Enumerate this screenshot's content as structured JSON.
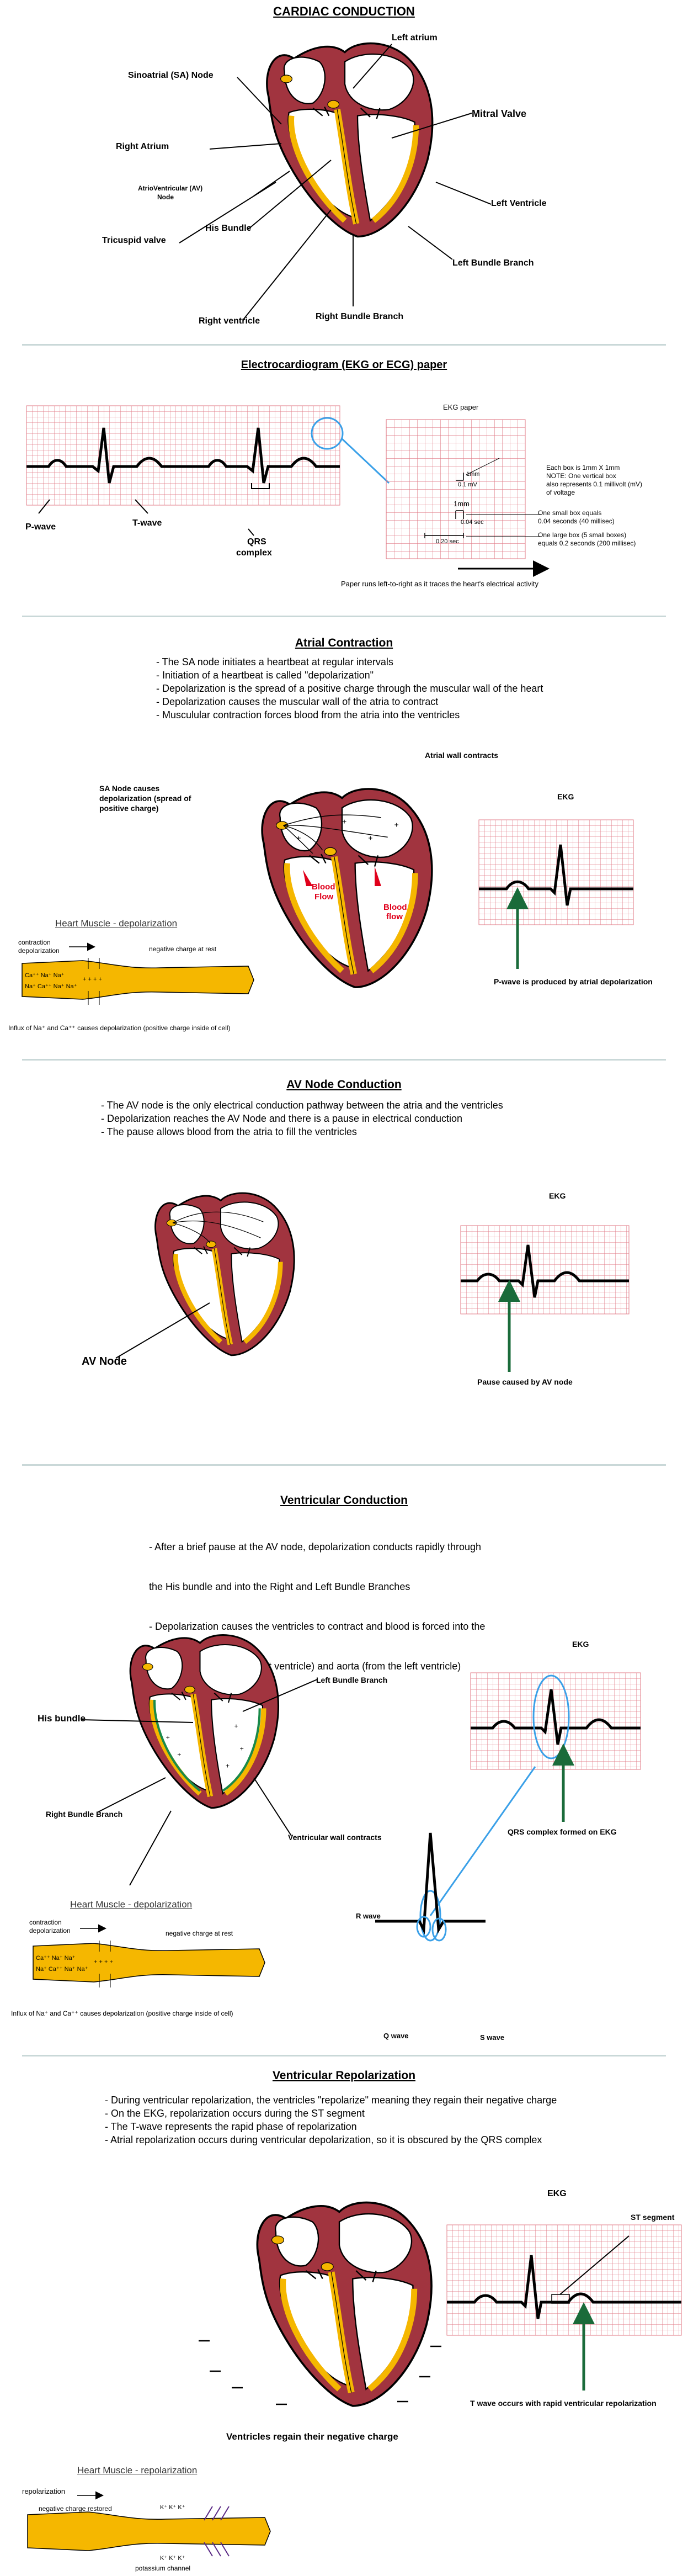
{
  "sections": {
    "s1": {
      "title": "CARDIAC CONDUCTION",
      "labels": {
        "left_atrium": "Left atrium",
        "sa_node": "Sinoatrial (SA) Node",
        "mitral_valve": "Mitral Valve",
        "right_atrium": "Right Atrium",
        "av_node_line1": "AtrioVentricular (AV)",
        "av_node_line2": "Node",
        "left_ventricle": "Left Ventricle",
        "tricuspid": "Tricuspid valve",
        "his_bundle": "His Bundle",
        "left_bundle": "Left Bundle Branch",
        "right_ventricle": "Right ventricle",
        "right_bundle": "Right Bundle Branch"
      }
    },
    "s2": {
      "title": "Electrocardiogram (EKG or ECG) paper",
      "labels": {
        "p_wave": "P-wave",
        "t_wave": "T-wave",
        "qrs_line1": "QRS",
        "qrs_line2": "complex",
        "ekg_paper": "EKG paper",
        "one_mm_a": "1mm",
        "one_mm_b": "1mm",
        "point_one_mv": "0.1 mV",
        "note_line1": "Each box is 1mm X 1mm",
        "note_line2": "NOTE: One vertical box",
        "note_line3": "also represents 0.1 millivolt (mV)",
        "note_line4": "of voltage",
        "small_box_line1": "One small box equals",
        "small_box_line2": "0.04 seconds (40 millisec)",
        "point_zero_four": "0.04 sec",
        "point_two": "0.20 sec",
        "large_box_line1": "One large box (5 small boxes)",
        "large_box_line2": "equals 0.2 seconds (200 millisec)",
        "paper_runs": "Paper runs left-to-right as it traces the heart's electrical activity"
      }
    },
    "s3": {
      "title": "Atrial Contraction",
      "bullets": [
        "- The SA node initiates a heartbeat at regular intervals",
        "- Initiation of a heartbeat is called \"depolarization\"",
        "- Depolarization is the spread of a positive charge through the muscular wall of the heart",
        "- Depolarization causes the muscular wall of the atria to contract",
        "- Musculular contraction forces blood from the atria into the ventricles"
      ],
      "labels": {
        "atrial_wall": "Atrial wall contracts",
        "sa_causes_line1": "SA Node causes",
        "sa_causes_line2": "depolarization (spread of",
        "sa_causes_line3": "positive charge)",
        "blood_flow_1a": "Blood",
        "blood_flow_1b": "Flow",
        "blood_flow_2a": "Blood",
        "blood_flow_2b": "flow",
        "ekg": "EKG",
        "p_wave_note": "P-wave is produced by atrial depolarization",
        "muscle_title": "Heart Muscle - depolarization",
        "contraction": "contraction",
        "depolarization": "depolarization",
        "negative_charge": "negative charge at rest",
        "influx": "Influx of Na⁺ and Ca⁺⁺ causes depolarization (positive charge inside of cell)"
      }
    },
    "s4": {
      "title": "AV Node Conduction",
      "bullets": [
        "- The AV node is the only electrical conduction pathway between the atria and the ventricles",
        "- Depolarization reaches the AV Node and there is a pause in electrical conduction",
        "- The pause allows blood from the atria to fill the ventricles"
      ],
      "labels": {
        "av_node": "AV Node",
        "ekg": "EKG",
        "pause": "Pause caused by AV node"
      }
    },
    "s5": {
      "title": "Ventricular Conduction",
      "bullets": [
        "- After a brief pause at the AV node, depolarization conducts rapidly through",
        "  the His bundle and into the Right and Left Bundle Branches",
        "- Depolarization causes the ventricles to contract and blood is forced into the",
        "  pulmonary artery (from right ventricle) and aorta (from the left ventricle)"
      ],
      "labels": {
        "ekg": "EKG",
        "left_bundle": "Left Bundle Branch",
        "his_bundle": "His bundle",
        "right_bundle": "Right Bundle Branch",
        "vent_wall": "Ventricular wall contracts",
        "qrs_formed": "QRS complex formed on EKG",
        "r_wave": "R wave",
        "q_wave": "Q wave",
        "s_wave": "S wave",
        "muscle_title": "Heart Muscle - depolarization",
        "contraction": "contraction",
        "depolarization": "depolarization",
        "negative_charge": "negative charge at rest",
        "influx": "Influx of Na⁺ and Ca⁺⁺ causes depolarization (positive charge inside of cell)"
      }
    },
    "s6": {
      "title": "Ventricular Repolarization",
      "bullets": [
        "- During ventricular repolarization, the ventricles \"repolarize\" meaning they regain their negative charge",
        "- On the EKG, repolarization occurs during the ST segment",
        "- The T-wave represents the rapid phase of repolarization",
        "- Atrial repolarization occurs during ventricular depolarization, so it is obscured by the QRS complex"
      ],
      "labels": {
        "ekg": "EKG",
        "st_segment": "ST segment",
        "t_wave_note": "T wave occurs with rapid ventricular repolarization",
        "regain": "Ventricles regain their negative charge",
        "muscle_title": "Heart Muscle - repolarization",
        "repolarization": "repolarization",
        "neg_restored": "negative charge restored",
        "potassium": "potassium channel"
      }
    }
  },
  "colors": {
    "muscle": "#a1343f",
    "conduction": "#f5b700",
    "grid": "#e07a86",
    "green": "#1a6b3a",
    "blue": "#3aa0e8",
    "red": "#e0001b"
  }
}
